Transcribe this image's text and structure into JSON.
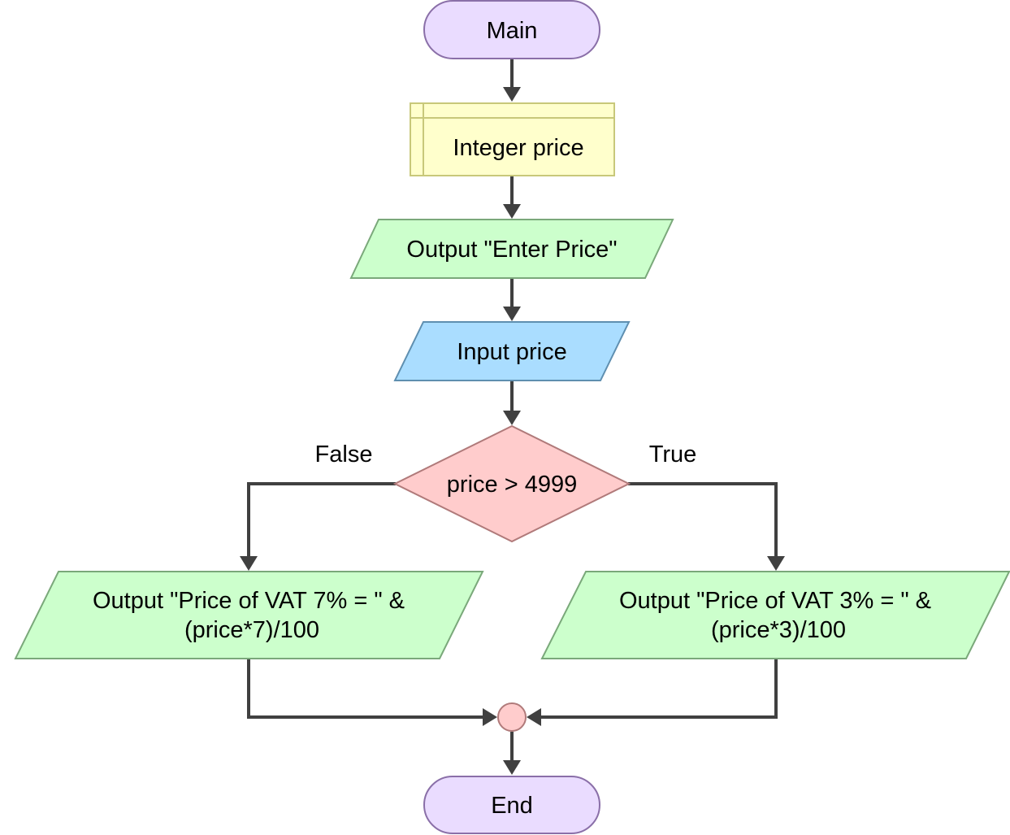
{
  "flowchart": {
    "start": "Main",
    "declare": "Integer price",
    "output_prompt": "Output \"Enter Price\"",
    "input": "Input price",
    "decision": "price > 4999",
    "false_label": "False",
    "true_label": "True",
    "output_false": {
      "line1": "Output \"Price of VAT 7% = \" &",
      "line2": "(price*7)/100"
    },
    "output_true": {
      "line1": "Output \"Price of VAT 3% = \" &",
      "line2": "(price*3)/100"
    },
    "end": "End"
  },
  "colors": {
    "terminal_fill": "#eadcff",
    "terminal_stroke": "#8a6fa8",
    "declare_fill": "#ffffcc",
    "declare_stroke": "#c8c87a",
    "output_fill": "#ccffcc",
    "output_stroke": "#7aa87a",
    "input_fill": "#aaddff",
    "input_stroke": "#5f8fb0",
    "decision_fill": "#ffcccc",
    "decision_stroke": "#b07a7a",
    "connector_fill": "#ffcccc",
    "connector_stroke": "#b07a7a",
    "arrow_color": "#404040"
  }
}
